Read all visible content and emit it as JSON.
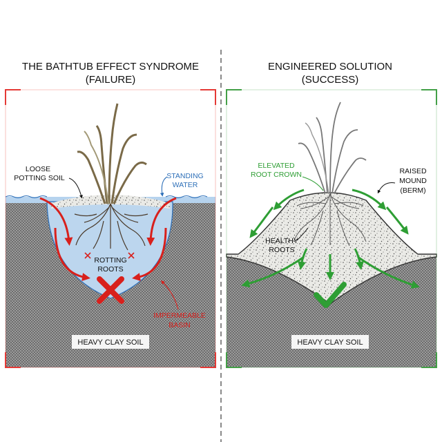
{
  "left_panel": {
    "title_line1": "THE BATHTUB EFFECT SYNDROME",
    "title_line2": "(FAILURE)",
    "label_loose_line1": "LOOSE",
    "label_loose_line2": "POTTING SOIL",
    "label_water_line1": "STANDING",
    "label_water_line2": "WATER",
    "label_rotting_line1": "ROTTING",
    "label_rotting_line2": "ROOTS",
    "label_basin_line1": "IMPERMEABLE",
    "label_basin_line2": "BASIN",
    "label_soil": "HEAVY CLAY SOIL",
    "frame_color": "#e53935",
    "accent_color": "#d8201c"
  },
  "right_panel": {
    "title_line1": "ENGINEERED SOLUTION",
    "title_line2": "(SUCCESS)",
    "label_crown_line1": "ELEVATED",
    "label_crown_line2": "ROOT CROWN",
    "label_mound_line1": "RAISED",
    "label_mound_line2": "MOUND",
    "label_mound_line3": "(BERM)",
    "label_roots_line1": "HEALTHY",
    "label_roots_line2": "ROOTS",
    "label_soil": "HEAVY CLAY SOIL",
    "frame_color": "#43a047",
    "accent_color": "#2e9e34"
  },
  "colors": {
    "water": "#bcd6ee",
    "clay": "#9a9a9a",
    "mound": "#e8e8e4"
  }
}
